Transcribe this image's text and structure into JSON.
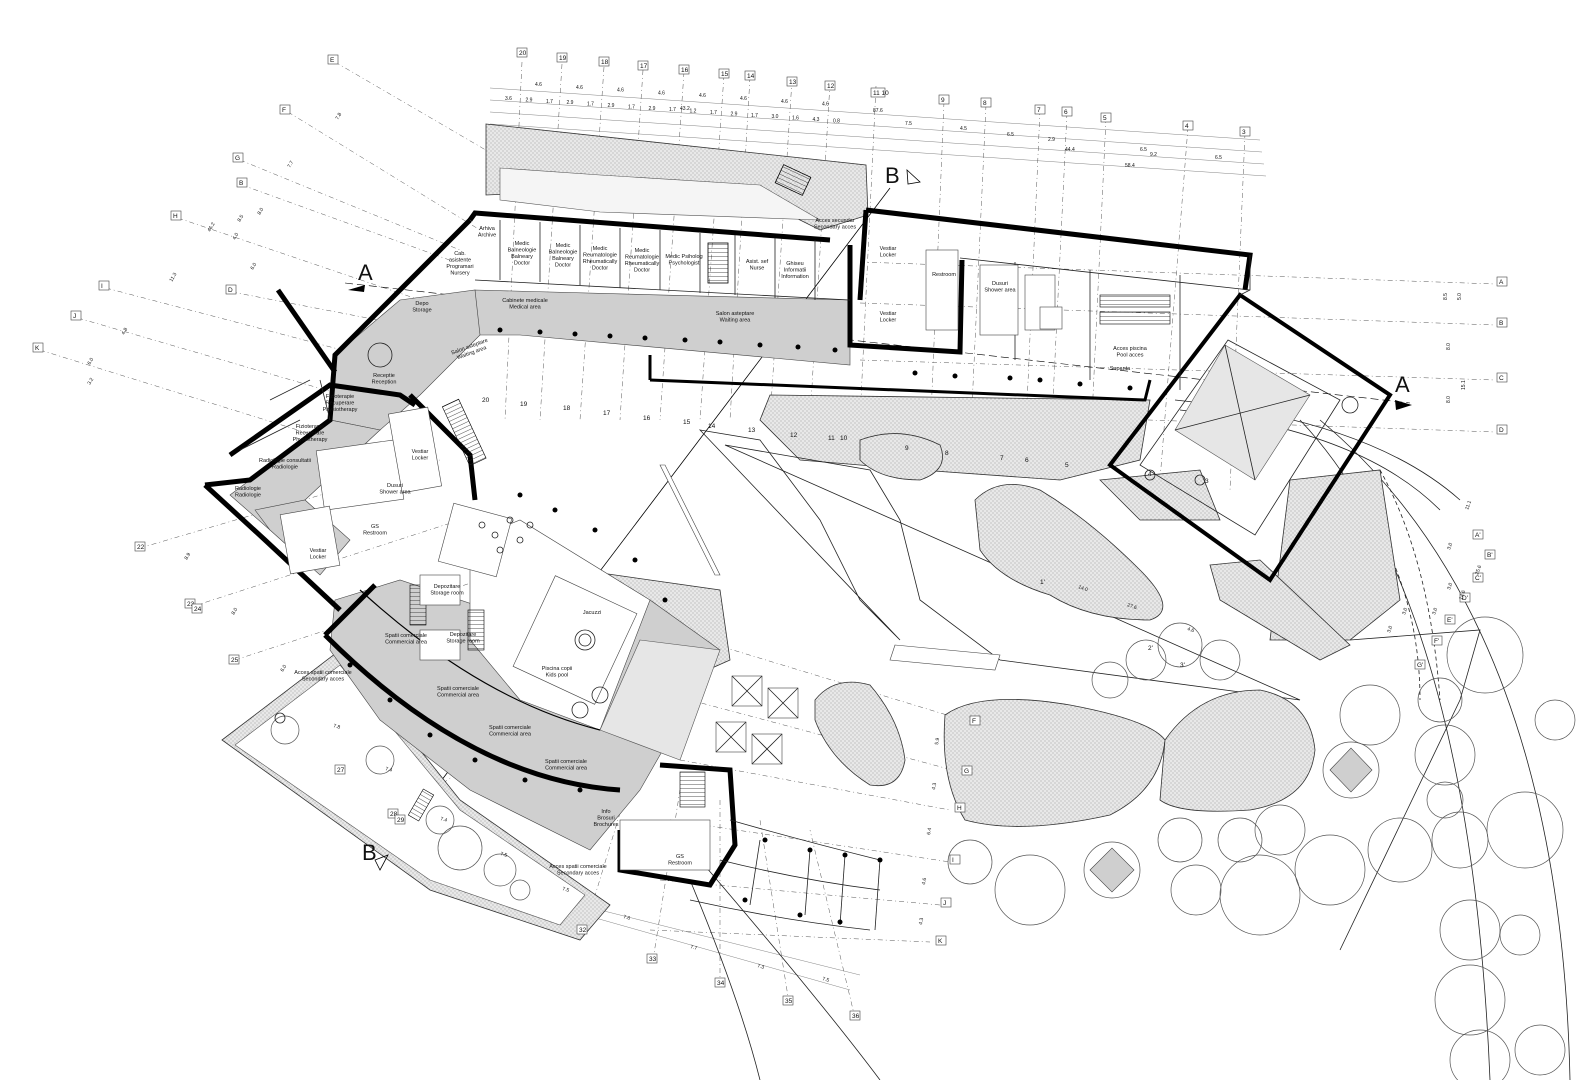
{
  "sections": {
    "a_label": "A",
    "b_label": "B"
  },
  "rooms": {
    "arhiva": [
      "Arhiva",
      "Archive"
    ],
    "cab_asistente": [
      "Cab.",
      "asistente",
      "Programari",
      "Nursery"
    ],
    "medic_balneo1": [
      "Medic",
      "Balneologie",
      "Balneary",
      "Doctor"
    ],
    "medic_balneo2": [
      "Medic",
      "Balneologie",
      "Balneary",
      "Doctor"
    ],
    "medic_reuma1": [
      "Medic",
      "Reumatologie",
      "Rheumatically",
      "Doctor"
    ],
    "medic_reuma2": [
      "Medic",
      "Reumatologie",
      "Rheumatically",
      "Doctor"
    ],
    "medic_psiho": [
      "Medic Psiholog",
      "Psychologist"
    ],
    "asist_sef": [
      "Asist. sef",
      "Nurse"
    ],
    "ghiseu": [
      "Ghiseu",
      "Informatii",
      "Information"
    ],
    "acces_secundar": [
      "Acces secundar",
      "Secondary acces"
    ],
    "cabinete": [
      "Cabinete medicale",
      "Medical area"
    ],
    "salon_asteptare1": [
      "Salon asteptare",
      "Waiting area"
    ],
    "salon_asteptare2": [
      "Salon asteptare",
      "Waiting area"
    ],
    "depo_storage": [
      "Depo",
      "Storage"
    ],
    "receptie": [
      "Receptie",
      "Reception"
    ],
    "fizio1": [
      "Fizioterapie",
      "Recuperare",
      "Physiotherapy"
    ],
    "fizio2": [
      "Fizioterapie",
      "Recuperare",
      "Physiotherapy"
    ],
    "radiologie_cons": [
      "Radiologie consultatii",
      "Radiologie"
    ],
    "radiologie": [
      "Radiologie",
      "Radiologie"
    ],
    "vestiar_locker1": [
      "Vestiar",
      "Locker"
    ],
    "vestiar_locker2": [
      "Vestiar",
      "Locker"
    ],
    "vestiar_locker3": [
      "Vestiar",
      "Locker"
    ],
    "vestiar_locker4": [
      "Vestiar",
      "Locker"
    ],
    "dusuri1": [
      "Dusuri",
      "Shower area"
    ],
    "dusuri2": [
      "Dusuri",
      "Shower area"
    ],
    "gs_restroom": [
      "GS",
      "Restroom"
    ],
    "depozitare1": [
      "Depozitare",
      "Storage room"
    ],
    "depozitare2": [
      "Depozitare",
      "Storage room"
    ],
    "spatii1": [
      "Spatii comerciale",
      "Commercial area"
    ],
    "spatii2": [
      "Spatii comerciale",
      "Commercial area"
    ],
    "spatii3": [
      "Spatii comerciale",
      "Commercial area"
    ],
    "spatii4": [
      "Spatii comerciale",
      "Commercial area"
    ],
    "jacuzzi": [
      "Jacuzzi"
    ],
    "piscina_copii": [
      "Piscina copii",
      "Kids pool"
    ],
    "info": [
      "Info",
      "Brosuri",
      "Brochures"
    ],
    "acces_spatii1": [
      "Acces spatii comerciale",
      "Secondary acces"
    ],
    "acces_spatii2": [
      "Acces spatii comerciale",
      "Secondary acces"
    ],
    "acces_piscina": [
      "Acces piscina",
      "Pool acces"
    ],
    "supanta": [
      "Supanta"
    ],
    "restroom": [
      "Restroom"
    ],
    "gs_restroom2": [
      "GS",
      "Restroom"
    ]
  },
  "axes": {
    "top": [
      "20",
      "19",
      "18",
      "17",
      "16",
      "15",
      "14",
      "13",
      "12",
      "11 10",
      "9",
      "8",
      "7",
      "6",
      "5",
      "4",
      "3"
    ],
    "left": [
      "E",
      "F",
      "G",
      "B",
      "H",
      "I",
      "D",
      "J",
      "K"
    ],
    "right": [
      "A",
      "B",
      "C",
      "D"
    ],
    "bottom_left": [
      "22",
      "23",
      "24",
      "25",
      "27",
      "28",
      "29",
      "32",
      "33",
      "34",
      "35",
      "36"
    ],
    "inner_right": [
      "A'",
      "B'",
      "C'",
      "D'",
      "E'",
      "F'",
      "G'"
    ],
    "lower": [
      "F",
      "G",
      "H",
      "I",
      "J",
      "K"
    ],
    "inner_nums": [
      "20",
      "19",
      "18",
      "17",
      "16",
      "15",
      "14",
      "13",
      "12",
      "11",
      "10",
      "9",
      "8",
      "7",
      "6",
      "5",
      "4",
      "3"
    ],
    "primes": [
      "1'",
      "2'",
      "3'"
    ]
  },
  "dims": {
    "top_row1": [
      "4.6",
      "4.6",
      "4.6",
      "4.6",
      "4.6",
      "4.6",
      "4.6",
      "4.6"
    ],
    "top_row2": [
      "3.6",
      "2.9",
      "1.7",
      "2.9",
      "1.7",
      "2.9",
      "1.7",
      "2.9",
      "1.7",
      "1.2",
      "1.7",
      "2.9",
      "1.7",
      "3.0",
      "1.6",
      "4.3",
      "0.8"
    ],
    "top_total": [
      "43.2",
      "87.6",
      "7.5",
      "4.5",
      "6.5",
      "2.9",
      "44.4",
      "6.5",
      "9.2",
      "6.5",
      "58.4"
    ],
    "right_dims": [
      "8.5",
      "5.0",
      "8.0",
      "15.1",
      "8.0"
    ],
    "left_dims": [
      "7.8",
      "7.7",
      "46.2",
      "8.5",
      "8.0",
      "4.0",
      "6.0",
      "11.3",
      "4.8",
      "6.0",
      "3.2",
      "8.9",
      "8.0",
      "6.0"
    ],
    "bottom_dims": [
      "7.8",
      "7.4",
      "7.4",
      "7.5",
      "7.5",
      "7.6",
      "7.7",
      "7.3",
      "7.5"
    ],
    "pool_dims": [
      "14.0",
      "27.6",
      "4.6"
    ],
    "mid_dims": [
      "5.9",
      "4.3",
      "6.4",
      "4.6",
      "4.3"
    ],
    "right_inner_dims": [
      "11.1",
      "3.0",
      "25.6",
      "3.0",
      "14.6",
      "3.0",
      "3.0",
      "3.0"
    ]
  }
}
